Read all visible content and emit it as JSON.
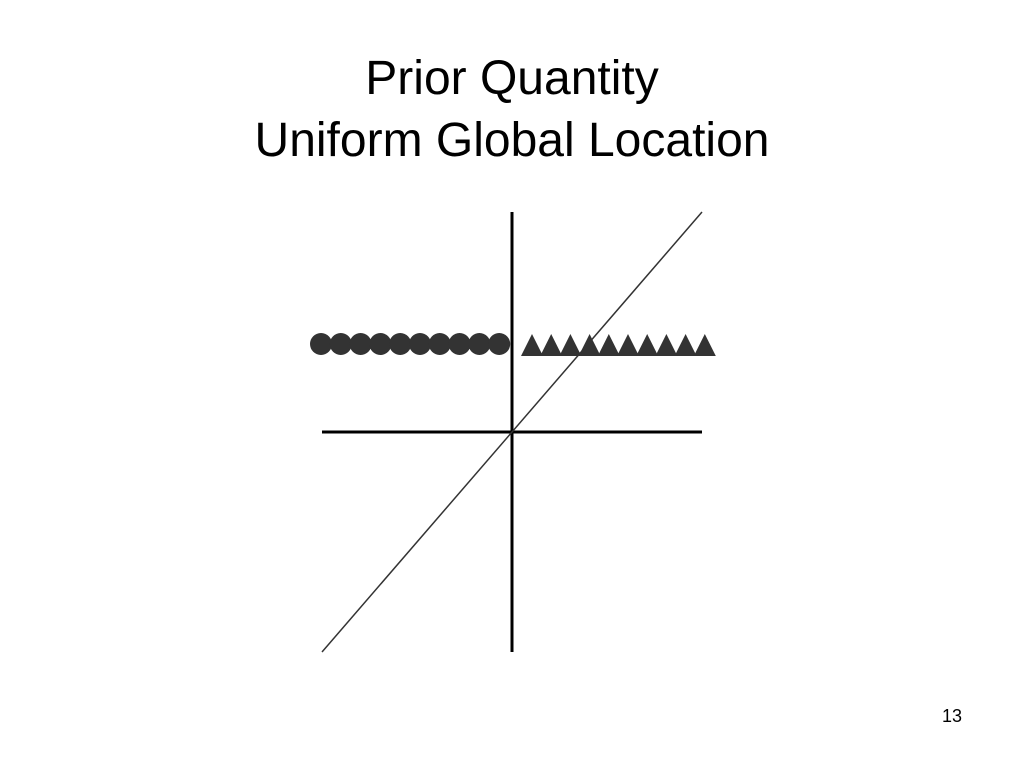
{
  "slide": {
    "title_line1": "Prior Quantity",
    "title_line2": "Uniform Global Location",
    "number": "13"
  },
  "diagram": {
    "circle_count": 10,
    "triangle_count": 10,
    "marker_color": "#333333",
    "axis_color": "#000000",
    "diagonal_color": "#333333"
  }
}
